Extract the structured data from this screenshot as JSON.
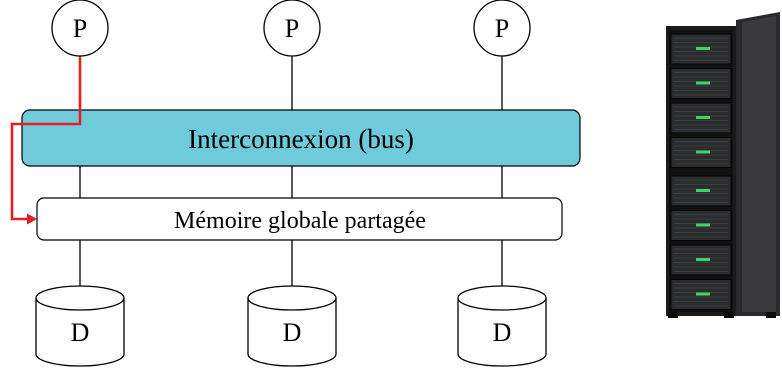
{
  "diagram": {
    "processors": [
      {
        "label": "P"
      },
      {
        "label": "P"
      },
      {
        "label": "P"
      }
    ],
    "interconnect": {
      "label": "Interconnexion (bus)"
    },
    "memory": {
      "label": "Mémoire globale partagée"
    },
    "disks": [
      {
        "label": "D"
      },
      {
        "label": "D"
      },
      {
        "label": "D"
      }
    ],
    "server_image": {
      "icon": "server-rack-icon"
    },
    "colors": {
      "bus_fill": "#6fcbdc",
      "access_path": "#e31e24",
      "rack_body": "#1b1b1c",
      "rack_led": "#3fd46a"
    }
  }
}
